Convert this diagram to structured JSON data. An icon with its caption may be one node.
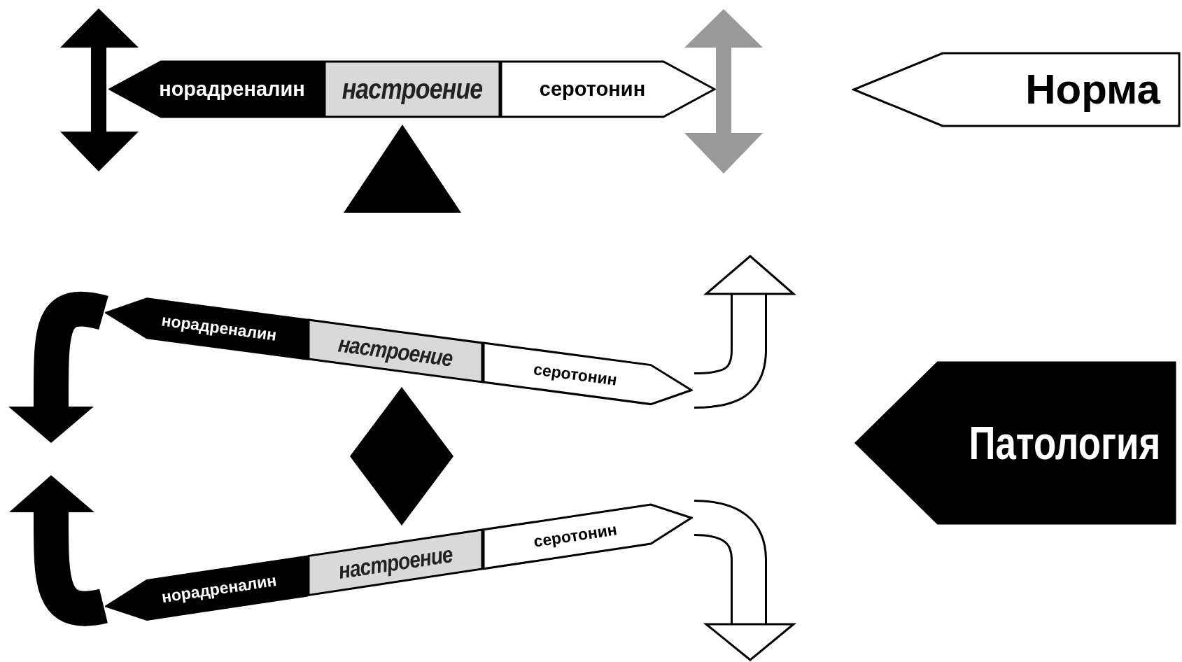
{
  "diagram": {
    "nodes": [
      {
        "text": [
          "норадреналин"
        ]
      },
      {
        "text": [
          "настроение"
        ]
      },
      {
        "text": [
          "серотонин"
        ]
      },
      {
        "text": [],
        "shape": "triangle"
      },
      {
        "text": [
          "Норма"
        ]
      },
      {
        "text": [
          "норадреналин"
        ]
      },
      {
        "text": [
          "настроение"
        ]
      },
      {
        "text": [
          "серотонин"
        ]
      },
      {
        "text": [],
        "shape": "diamond"
      },
      {
        "text": [
          "Патология"
        ]
      },
      {
        "text": [
          "норадреналин"
        ]
      },
      {
        "text": [
          "настроение"
        ]
      },
      {
        "text": [
          "серотонин"
        ]
      }
    ]
  }
}
